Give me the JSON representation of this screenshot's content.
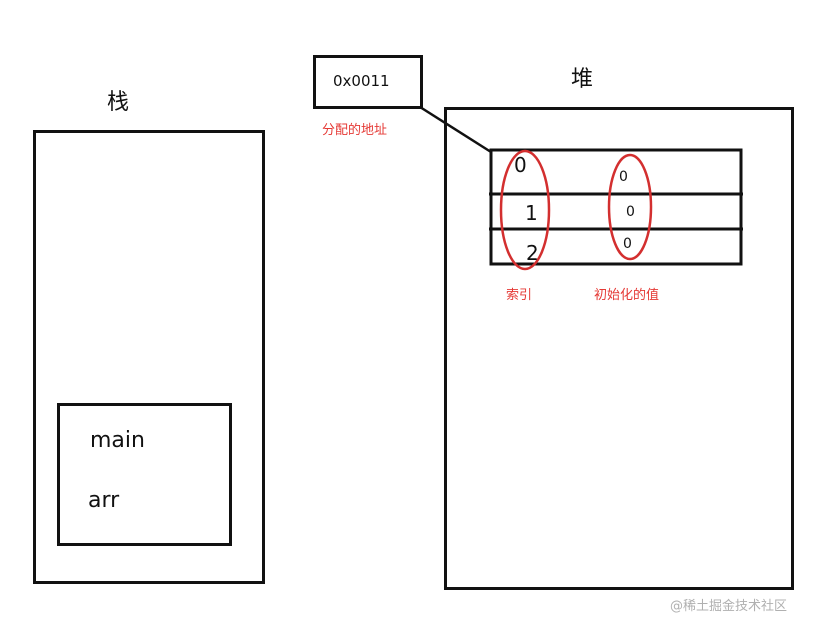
{
  "stack": {
    "title": "栈",
    "frame": {
      "lines": [
        "main",
        "arr"
      ]
    }
  },
  "heap": {
    "title": "堆",
    "address": "0x0011",
    "address_label": "分配的地址",
    "array": {
      "indices": [
        "0",
        "1",
        "2"
      ],
      "values": [
        "0",
        "0",
        "0"
      ]
    },
    "index_label": "索引",
    "value_label": "初始化的值"
  },
  "watermark": "@稀土掘金技术社区",
  "colors": {
    "stroke": "#111111",
    "annotation": "#e53935"
  }
}
